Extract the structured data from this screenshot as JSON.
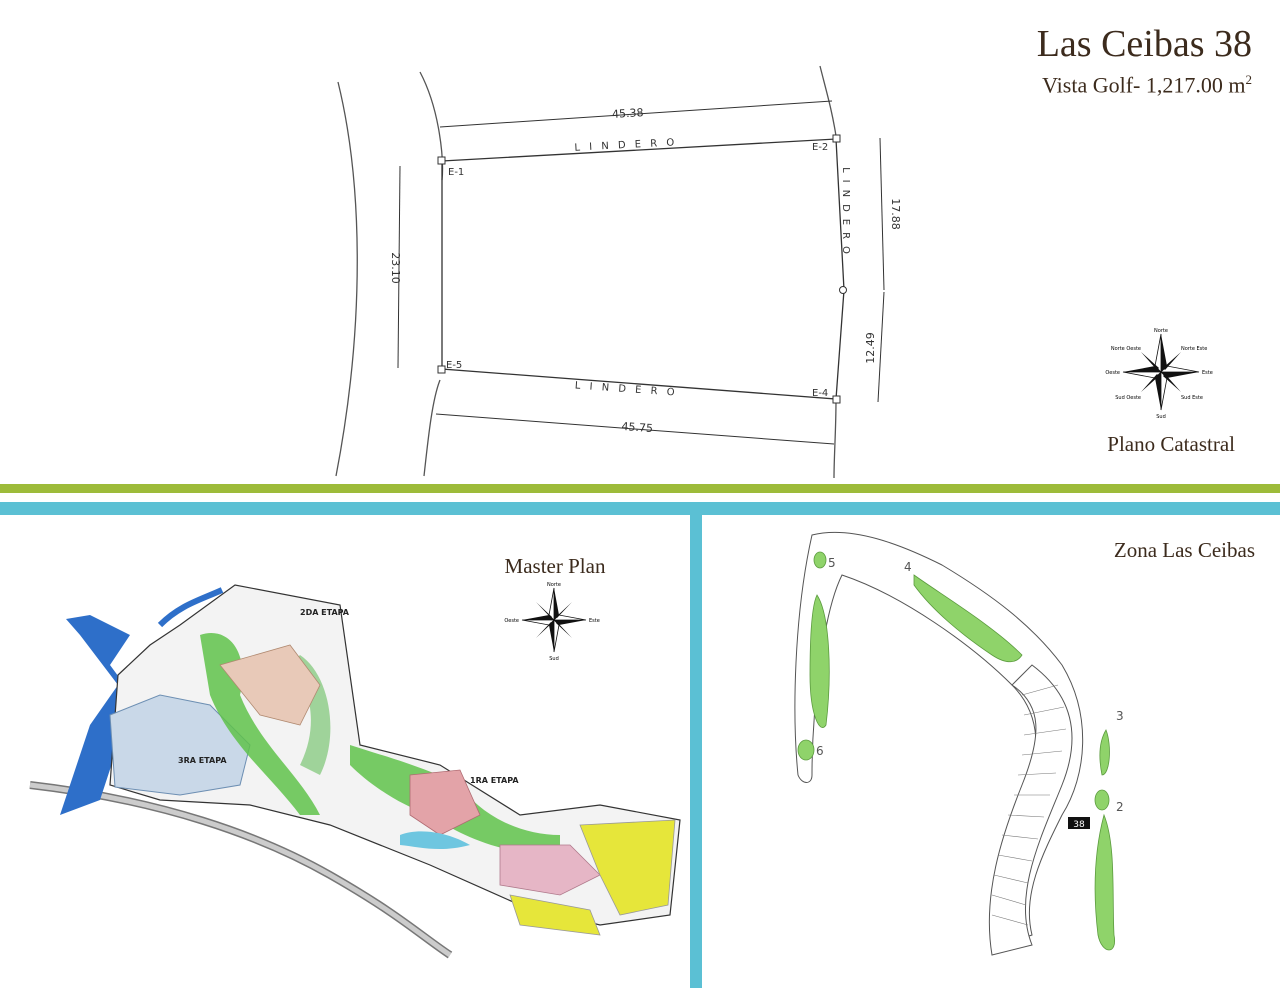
{
  "header": {
    "title": "Las Ceibas 38",
    "subtitle_text": "Vista Golf- 1,217.00 m",
    "subtitle_sup": "2"
  },
  "cadastral": {
    "caption": "Plano Catastral",
    "dimensions": {
      "top": "45.38",
      "bottom": "45.75",
      "left": "23.10",
      "right_upper": "17.88",
      "right_lower": "12.49"
    },
    "boundary_label": "L I N D E R O",
    "boundary_label_vertical": "LINDERO",
    "corners": [
      "E-1",
      "E-2",
      "E-4",
      "E-5"
    ]
  },
  "compass": {
    "n": "Norte",
    "s": "Sud",
    "e": "Este",
    "o": "Oeste",
    "ne": "Norte Este",
    "no": "Norte Oeste",
    "se": "Sud Este",
    "so": "Sud Oeste"
  },
  "master_plan": {
    "caption": "Master Plan",
    "stages": [
      "2DA ETAPA",
      "1RA ETAPA",
      "3RA ETAPA"
    ]
  },
  "zona": {
    "caption": "Zona Las Ceibas",
    "lot_highlight": "38",
    "hole_numbers": [
      "5",
      "4",
      "6",
      "3",
      "2"
    ]
  },
  "colors": {
    "green_band": "#9dbb3a",
    "blue_band": "#5bc0d4",
    "fairway": "#8fd36a",
    "title": "#3c2b1d"
  }
}
